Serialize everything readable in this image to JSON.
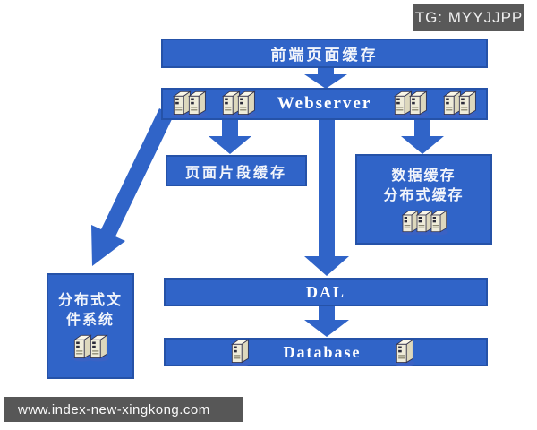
{
  "badge": {
    "text": "TG: MYYJJPP",
    "bg": "#595959"
  },
  "watermark": {
    "text": "www.index-new-xingkong.com",
    "bg": "#575757"
  },
  "colors": {
    "primary_blue": "#3064c8",
    "box_border": "#2552a8",
    "badge_gray": "#595959",
    "label_text": "#ffffff",
    "server_body": "#efecd9"
  },
  "nodes": {
    "front_cache": {
      "label": "前端页面缓存"
    },
    "webserver": {
      "label": "Webserver"
    },
    "fragment_cache": {
      "label": "页面片段缓存"
    },
    "data_cache": {
      "line1": "数据缓存",
      "line2": "分布式缓存"
    },
    "dfs": {
      "line1": "分布式文",
      "line2": "件系统"
    },
    "dal": {
      "label": "DAL"
    },
    "database": {
      "label": "Database"
    }
  },
  "icons": {
    "server": "server-tower-icon"
  }
}
